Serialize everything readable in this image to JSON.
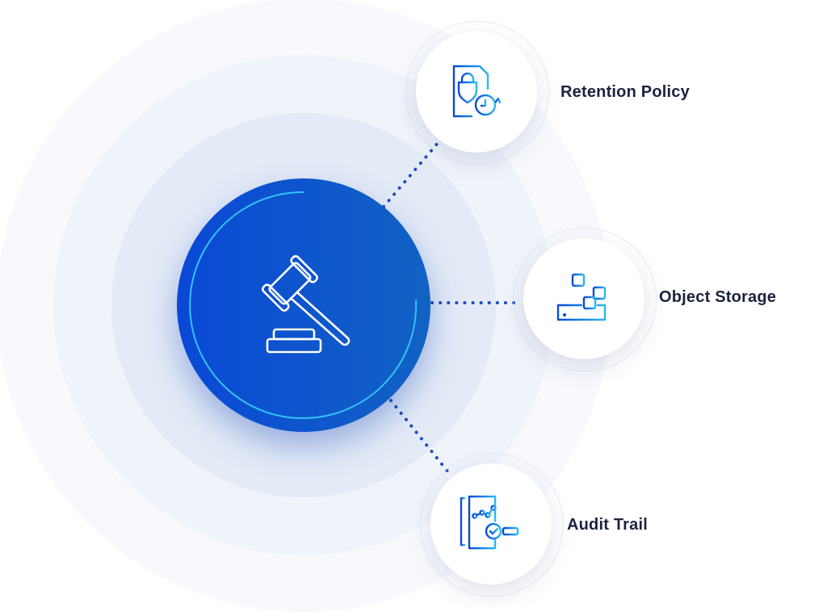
{
  "center": {
    "icon": "gavel-icon"
  },
  "nodes": [
    {
      "label": "Retention Policy",
      "icon": "document-lock-clock-icon"
    },
    {
      "label": "Object Storage",
      "icon": "object-storage-blocks-icon"
    },
    {
      "label": "Audit Trail",
      "icon": "report-magnifier-check-icon"
    }
  ],
  "colors": {
    "primary": "#0a48d6",
    "accent": "#2bb8f0",
    "text": "#1c2340"
  }
}
